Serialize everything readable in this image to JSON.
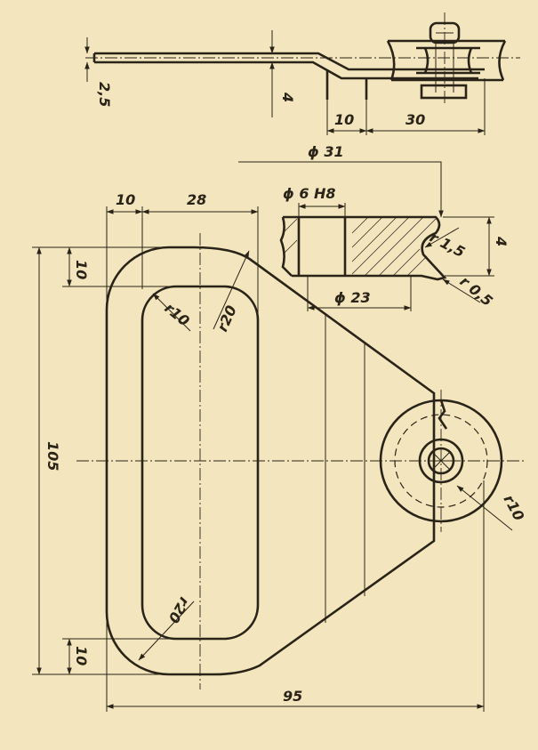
{
  "drawing": {
    "dims": {
      "d25": "2,5",
      "d4": "4",
      "d10_top": "10",
      "d30": "30",
      "phi31": "ϕ 31",
      "phi6h8": "ϕ 6 H8",
      "r15": "r 1,5",
      "t4": "4",
      "phi23": "ϕ 23",
      "r05": "r 0,5",
      "d10_left": "10",
      "d28": "28",
      "d10_side_top": "10",
      "r10_slot": "r10",
      "r20_upper": "r20",
      "d105": "105",
      "r20_lower": "r20",
      "r10_boss": "r10",
      "d10_side_bottom": "10",
      "d95": "95"
    }
  }
}
